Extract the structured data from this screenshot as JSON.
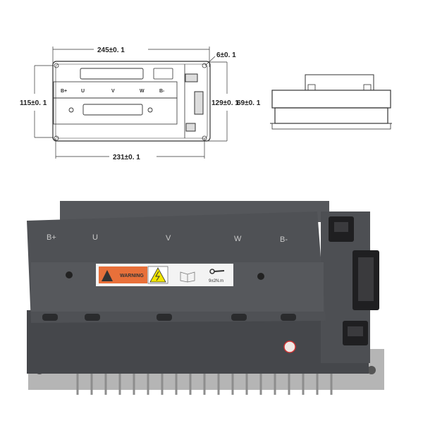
{
  "drawing": {
    "width_top": "245±0. 1",
    "width_bottom": "231±0. 1",
    "height_left": "115±0. 1",
    "height_right": "129±0. 1",
    "hole": "6±0. 1",
    "side_height": "69±0. 1",
    "terminals": [
      "B+",
      "U",
      "V",
      "W",
      "B-"
    ]
  },
  "photo": {
    "terminals": [
      "B+",
      "U",
      "V",
      "W",
      "B-"
    ],
    "warning_label": "WARNING",
    "torque": "9±2N.m",
    "colors": {
      "housing": "#4b4d51",
      "warning_orange": "#e8703a",
      "warning_yellow": "#f2e600",
      "heatsink": "#b9b9b9"
    }
  }
}
